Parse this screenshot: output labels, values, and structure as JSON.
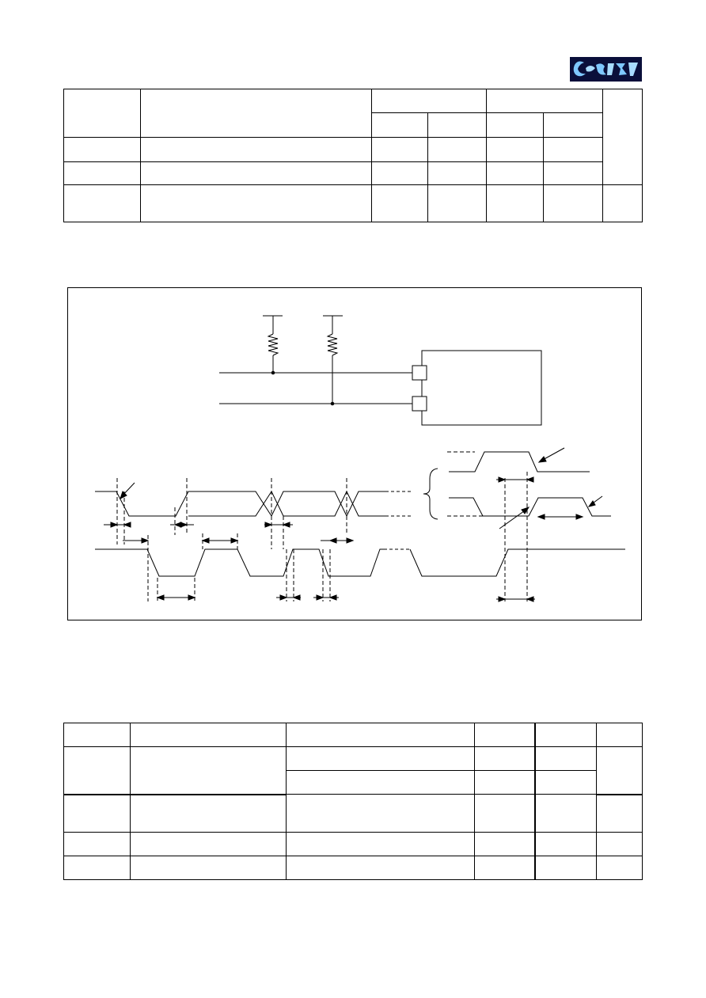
{
  "logo": {
    "colors": {
      "background": "#0a0f3a",
      "glyph": "#7ec8ff"
    }
  },
  "tables": {
    "top": {
      "rows": 5,
      "cols": 7
    },
    "bottom": {
      "rows": 6,
      "cols": 7
    }
  },
  "diagram": {
    "line_color": "#000000"
  }
}
